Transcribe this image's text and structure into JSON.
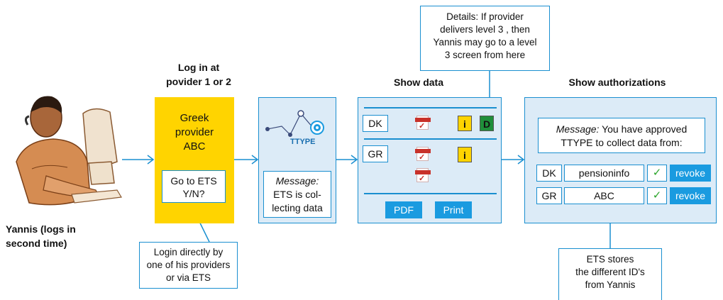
{
  "person": {
    "label_line1": "Yannis (logs in",
    "label_line2": "second time)"
  },
  "step1": {
    "heading_line1": "Log in at",
    "heading_line2": "povider 1 or 2",
    "panel_line1": "Greek",
    "panel_line2": "provider",
    "panel_line3": "ABC",
    "box_line1": "Go to ETS",
    "box_line2": "Y/N?",
    "callout_line1": "Login directly by",
    "callout_line2": "one of his providers",
    "callout_line3": "or via ETS"
  },
  "step2": {
    "logo_text": "TTYPE",
    "message_label": "Message:",
    "message_line2": "ETS is col-",
    "message_line3": "lecting data"
  },
  "step3": {
    "heading": "Show data",
    "callout_line1": "Details: If provider",
    "callout_line2": "delivers level 3 , then",
    "callout_line3": "Yannis  may go to a level",
    "callout_line4": "3 screen from here",
    "row1_country": "DK",
    "row2_country": "GR",
    "info_badge": "i",
    "details_badge": "D",
    "pdf_button": "PDF",
    "print_button": "Print"
  },
  "step4": {
    "heading": "Show authorizations",
    "message_label": "Message:",
    "message_rest": " You have approved",
    "message_line2": "TTYPE to collect data from:",
    "rows": [
      {
        "country": "DK",
        "provider": "pensioninfo",
        "check": "✓",
        "action": "revoke"
      },
      {
        "country": "GR",
        "provider": "ABC",
        "check": "✓",
        "action": "revoke"
      }
    ],
    "callout_line1": "ETS stores",
    "callout_line2": "the different ID's",
    "callout_line3": "from Yannis"
  },
  "colors": {
    "accent": "#1a8fd0",
    "yellow": "#ffd400",
    "panel_blue": "#dcebf7",
    "button_blue": "#1a9be0",
    "green": "#1f8f3a"
  },
  "icons": {
    "person": "person-at-computer-icon",
    "pdf": "pdf-file-icon"
  }
}
